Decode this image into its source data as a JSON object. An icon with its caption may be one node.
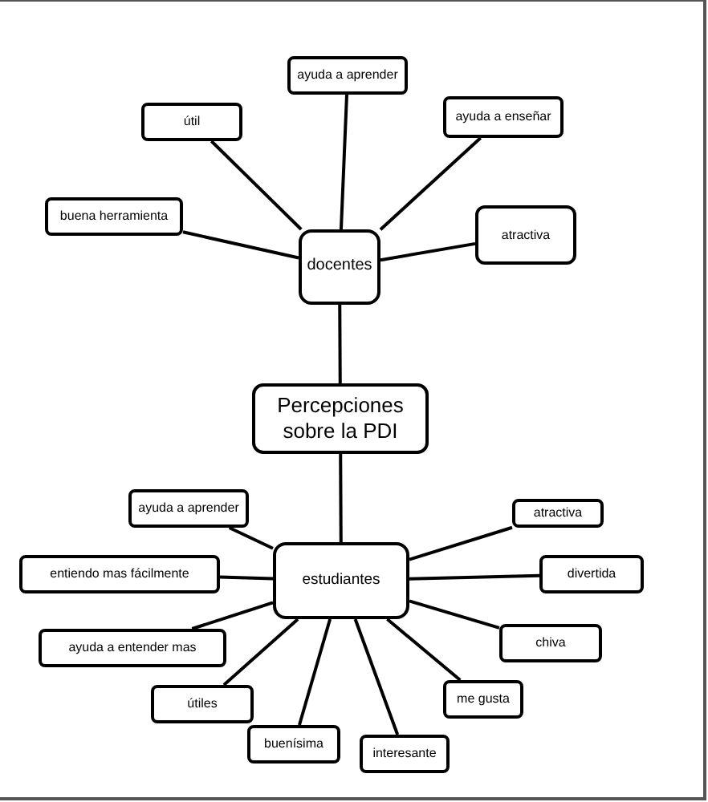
{
  "diagram": {
    "nodes": [
      {
        "text": [
          "docentes"
        ]
      },
      {
        "text": [
          "ayuda a aprender"
        ]
      },
      {
        "text": [
          "útil"
        ]
      },
      {
        "text": [
          "ayuda a enseñar"
        ]
      },
      {
        "text": [
          "buena herramienta"
        ]
      },
      {
        "text": [
          "atractiva"
        ]
      },
      {
        "text": [
          "Percepciones sobre la PDI"
        ]
      },
      {
        "text": [
          "estudiantes"
        ]
      },
      {
        "text": [
          "ayuda a aprender"
        ]
      },
      {
        "text": [
          "entiendo mas fácilmente"
        ]
      },
      {
        "text": [
          "ayuda a entender mas"
        ]
      },
      {
        "text": [
          "útiles"
        ]
      },
      {
        "text": [
          "buenísima"
        ]
      },
      {
        "text": [
          "interesante"
        ]
      },
      {
        "text": [
          "me gusta"
        ]
      },
      {
        "text": [
          "chiva"
        ]
      },
      {
        "text": [
          "divertida"
        ]
      },
      {
        "text": [
          "atractiva"
        ]
      }
    ],
    "edges": [
      {
        "from": 0,
        "to": 1,
        "arrow": "none"
      },
      {
        "from": 0,
        "to": 2,
        "arrow": "none"
      },
      {
        "from": 0,
        "to": 3,
        "arrow": "none"
      },
      {
        "from": 0,
        "to": 4,
        "arrow": "none"
      },
      {
        "from": 0,
        "to": 5,
        "arrow": "none"
      },
      {
        "from": 0,
        "to": 6,
        "arrow": "none"
      },
      {
        "from": 6,
        "to": 7,
        "arrow": "none"
      },
      {
        "from": 7,
        "to": 8,
        "arrow": "none"
      },
      {
        "from": 7,
        "to": 9,
        "arrow": "none"
      },
      {
        "from": 7,
        "to": 10,
        "arrow": "none"
      },
      {
        "from": 7,
        "to": 11,
        "arrow": "none"
      },
      {
        "from": 7,
        "to": 12,
        "arrow": "none"
      },
      {
        "from": 7,
        "to": 13,
        "arrow": "none"
      },
      {
        "from": 7,
        "to": 14,
        "arrow": "none"
      },
      {
        "from": 7,
        "to": 15,
        "arrow": "none"
      },
      {
        "from": 7,
        "to": 16,
        "arrow": "none"
      },
      {
        "from": 7,
        "to": 17,
        "arrow": "none"
      }
    ]
  }
}
